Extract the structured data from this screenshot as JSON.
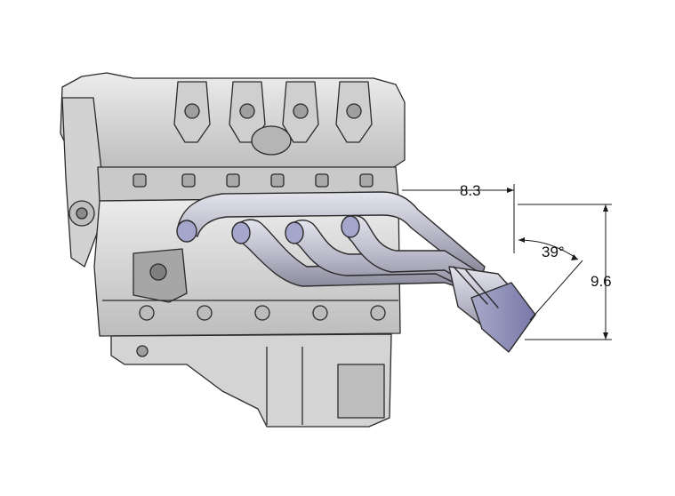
{
  "dimensions": {
    "top_length": "8.3",
    "vertical_drop": "9.6",
    "exit_angle": "39°"
  },
  "colors": {
    "engine_fill": "#d9d9d9",
    "engine_dark": "#9a9a9a",
    "engine_line": "#2b2b2b",
    "header_pipe": "#b3b3c6",
    "header_highlight": "#d6d6e6",
    "collector_tip": "#8f90c0",
    "dimension_line": "#1a1a1a"
  },
  "icons": [
    "engine-block-drawing",
    "exhaust-header-drawing"
  ]
}
